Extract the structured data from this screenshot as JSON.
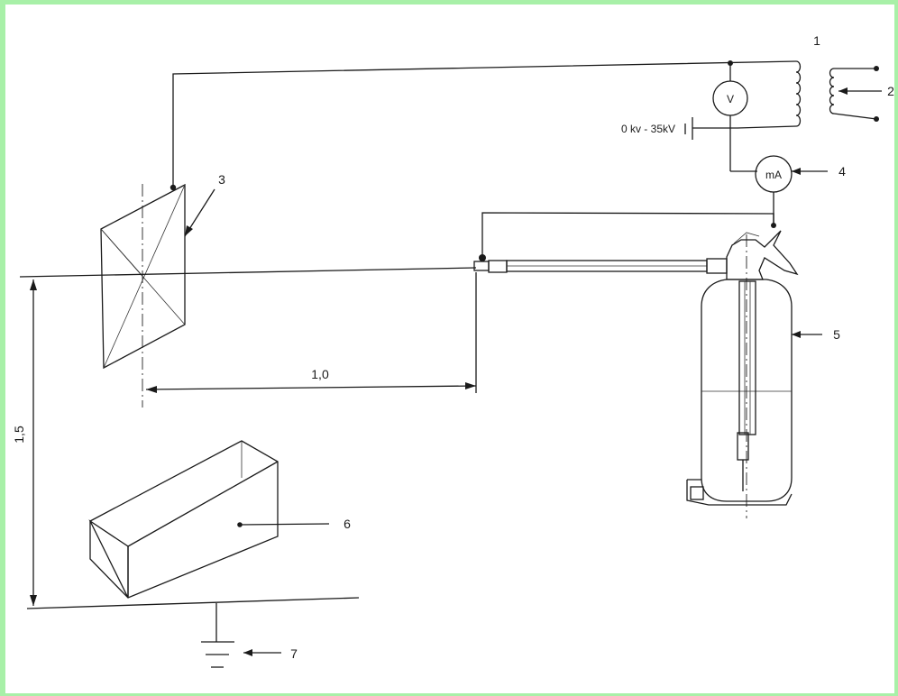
{
  "diagram": {
    "callouts": [
      "1",
      "2",
      "3",
      "4",
      "5",
      "6",
      "7"
    ],
    "voltage_range": "0 kv - 35kV",
    "voltmeter": "V",
    "ammeter": "mA",
    "dim_horizontal": "1,0",
    "dim_vertical": "1,5"
  }
}
